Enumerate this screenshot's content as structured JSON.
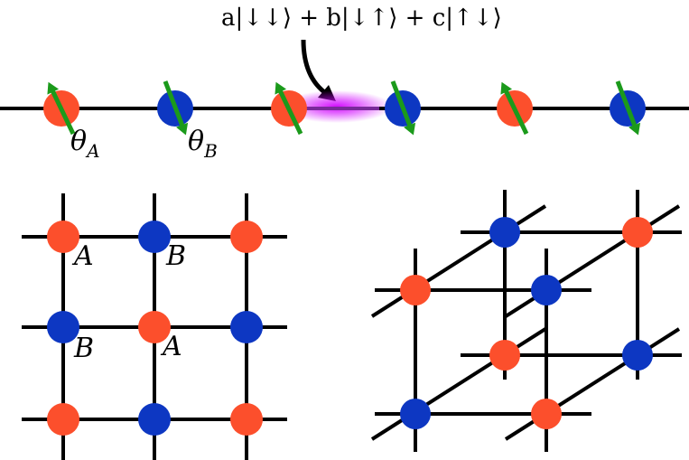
{
  "formula": {
    "text": "a|↓↓⟩ + b|↓↑⟩ + c|↑↓⟩"
  },
  "chain": {
    "labels": {
      "theta_a": {
        "base": "θ",
        "sub": "A"
      },
      "theta_b": {
        "base": "θ",
        "sub": "B"
      }
    },
    "sites": [
      {
        "sublattice": "A",
        "spin": "up"
      },
      {
        "sublattice": "B",
        "spin": "down"
      },
      {
        "sublattice": "A",
        "spin": "up"
      },
      {
        "sublattice": "B",
        "spin": "down"
      },
      {
        "sublattice": "A",
        "spin": "up"
      },
      {
        "sublattice": "B",
        "spin": "down"
      }
    ]
  },
  "square_lattice": {
    "labels": {
      "site_a_top": "A",
      "site_b_top": "B",
      "site_b_mid": "B",
      "site_a_mid": "A"
    }
  },
  "colors": {
    "sublattice_a": "#fc4f2c",
    "sublattice_b": "#0d37c2",
    "spin_arrow": "#1b9a1b",
    "bond_glow": "#d000ff",
    "line": "#000000"
  }
}
